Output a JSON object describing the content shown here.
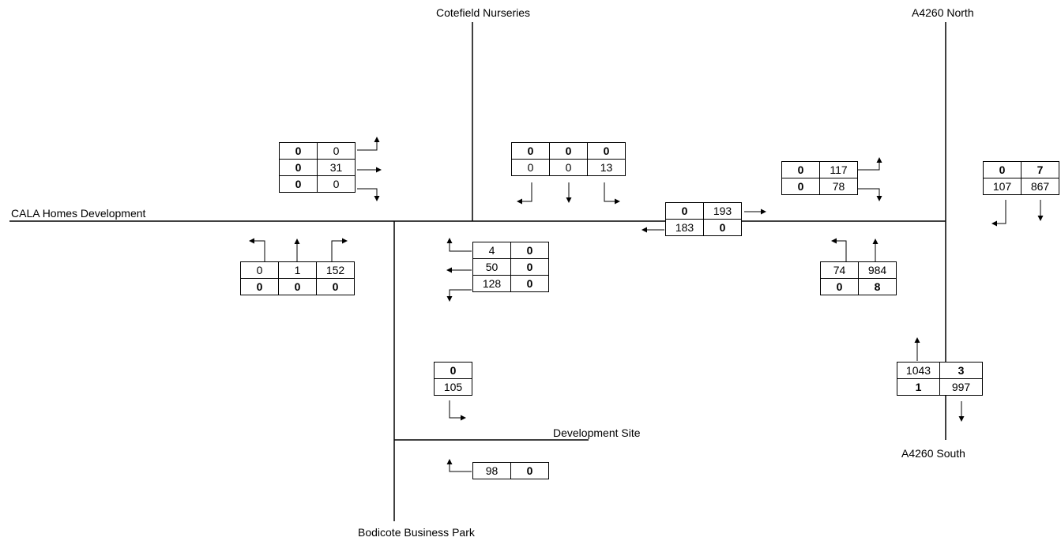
{
  "labels": {
    "cotefield": "Cotefield Nurseries",
    "a4260_north": "A4260 North",
    "cala": "CALA Homes Development",
    "development_site": "Development Site",
    "a4260_south": "A4260 South",
    "bodicote": "Bodicote Business Park"
  },
  "boxes": {
    "cala_out": {
      "rows": [
        [
          "0",
          "0"
        ],
        [
          "0",
          "31"
        ],
        [
          "0",
          "0"
        ]
      ]
    },
    "cotefield_out": {
      "rows": [
        [
          "0",
          "0",
          "0"
        ],
        [
          "0",
          "0",
          "13"
        ]
      ]
    },
    "mid_link": {
      "rows": [
        [
          "0",
          "193"
        ],
        [
          "183",
          "0"
        ]
      ]
    },
    "west_arm_a": {
      "rows": [
        [
          "0",
          "117"
        ],
        [
          "0",
          "78"
        ]
      ]
    },
    "north_approach": {
      "rows": [
        [
          "0",
          "7"
        ],
        [
          "107",
          "867"
        ]
      ]
    },
    "cala_in": {
      "rows": [
        [
          "0",
          "1",
          "152"
        ],
        [
          "0",
          "0",
          "0"
        ]
      ]
    },
    "bodicote_in": {
      "rows": [
        [
          "4",
          "0"
        ],
        [
          "50",
          "0"
        ],
        [
          "128",
          "0"
        ]
      ]
    },
    "west_arm_b": {
      "rows": [
        [
          "74",
          "984"
        ],
        [
          "0",
          "8"
        ]
      ]
    },
    "site_out": {
      "rows": [
        [
          "0"
        ],
        [
          "105"
        ]
      ]
    },
    "south_approach": {
      "rows": [
        [
          "1043",
          "3"
        ],
        [
          "1",
          "997"
        ]
      ]
    },
    "bodicote_up": {
      "rows": [
        [
          "98",
          "0"
        ]
      ]
    }
  },
  "colors": {
    "line": "#000000",
    "background": "#ffffff"
  }
}
